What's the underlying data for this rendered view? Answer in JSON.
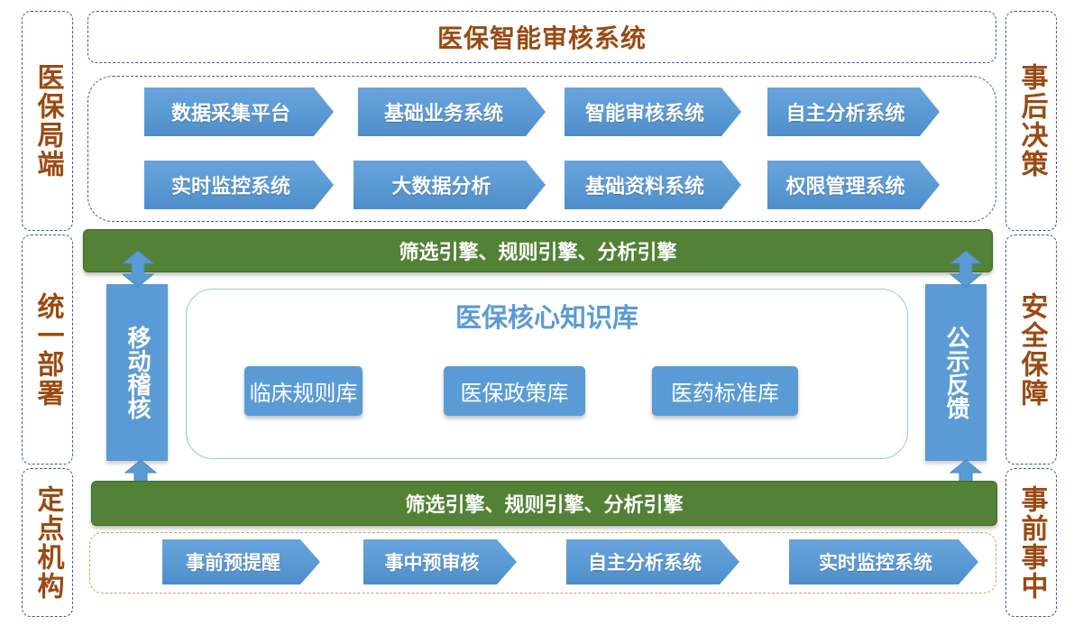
{
  "left_labels": {
    "top": "医保局端",
    "middle": "统一部署",
    "bottom": "定点机构"
  },
  "right_labels": {
    "top": "事后决策",
    "middle": "安全保障",
    "bottom": "事前事中"
  },
  "title": "医保智能审核系统",
  "systems_row1": [
    "数据采集平台",
    "基础业务系统",
    "智能审核系统",
    "自主分析系统"
  ],
  "systems_row2": [
    "实时监控系统",
    "大数据分析",
    "基础资料系统",
    "权限管理系统"
  ],
  "engine_bar_top": "筛选引擎、规则引擎、分析引擎",
  "engine_bar_bottom": "筛选引擎、规则引擎、分析引擎",
  "left_column": "移动稽核",
  "right_column": "公示反馈",
  "knowledge_base": {
    "title": "医保核心知识库",
    "items": [
      "临床规则库",
      "医保政策库",
      "医药标准库"
    ]
  },
  "bottom_row": [
    "事前预提醒",
    "事中预审核",
    "自主分析系统",
    "实时监控系统"
  ],
  "colors": {
    "accent_text": "#9a4a12",
    "arrow_blue": "#5b9bd5",
    "bar_green": "#538135",
    "kb_title": "#5b9bd5"
  }
}
